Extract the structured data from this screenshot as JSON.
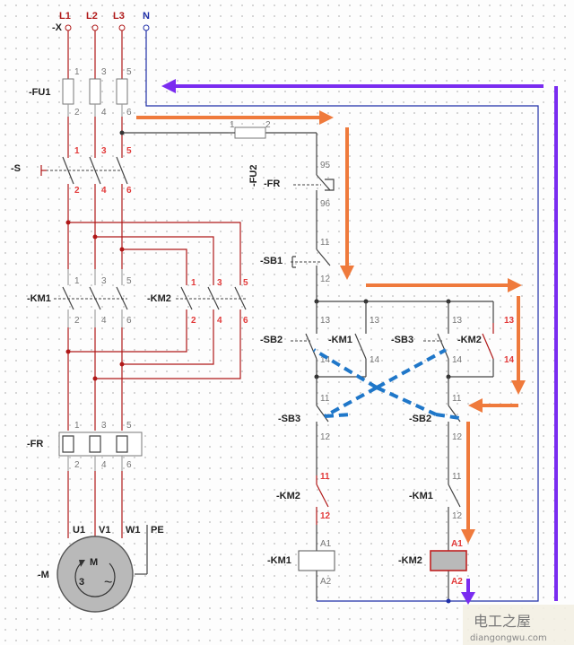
{
  "terminals": {
    "x_tag": "-X",
    "l1": "L1",
    "l2": "L2",
    "l3": "L3",
    "n": "N"
  },
  "power": {
    "fu1": "-FU1",
    "s": "-S",
    "km1": "-KM1",
    "km2": "-KM2",
    "fr": "-FR",
    "pins": {
      "p1": "1",
      "p2": "2",
      "p3": "3",
      "p4": "4",
      "p5": "5",
      "p6": "6"
    }
  },
  "motor": {
    "u1": "U1",
    "v1": "V1",
    "w1": "W1",
    "pe": "PE",
    "tag": "-M",
    "m": "M",
    "phase": "3",
    "ac": "~"
  },
  "control": {
    "fu2": "-FU2",
    "fu2_pin1": "1",
    "fu2_pin2": "2",
    "fr": "-FR",
    "fr_a": "95",
    "fr_b": "96",
    "sb1": "-SB1",
    "sb1_a": "11",
    "sb1_b": "12",
    "sb2": "-SB2",
    "km1": "-KM1",
    "sb3": "-SB3",
    "km2": "-KM2",
    "p13": "13",
    "p14": "14",
    "p11": "11",
    "p12": "12",
    "sb3b": "-SB3",
    "sb2b": "-SB2",
    "km2_nc": "-KM2",
    "km1_nc": "-KM1",
    "km1_coil": "-KM1",
    "km2_coil": "-KM2",
    "a1": "A1",
    "a2": "A2"
  },
  "watermark": {
    "cn": "电工之屋",
    "url": "diangongwu.com"
  },
  "colors": {
    "power_wire": "#b01818",
    "neutral_wire": "#2030a8",
    "current_path_arrow": "#ef7a3c",
    "return_path_arrow": "#7a2cf0",
    "interlock_dash": "#1f77c9"
  }
}
